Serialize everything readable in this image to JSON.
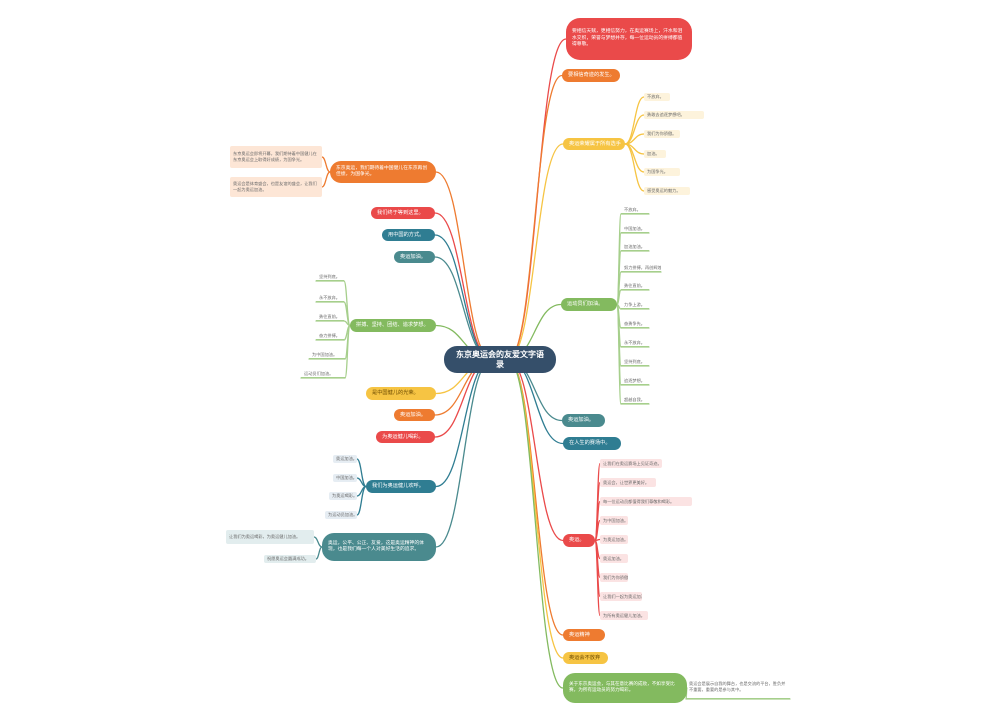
{
  "colors": {
    "red": "#ea4a4a",
    "orange": "#ee7b30",
    "yellow": "#f6c443",
    "green": "#83ba5f",
    "teal": "#2f7d92",
    "darkteal": "#4a8a8e",
    "navy": "#354f6a",
    "leaf_yellow": "#fdf3dc",
    "leaf_pink": "#fbe3e3",
    "leaf_blue": "#e6edf3",
    "leaf_orange": "#fde6d6",
    "leaf_green_line": "#a6cf8c",
    "leaf_teal_bg": "#e2edee"
  },
  "root": {
    "text": "东京奥运会的友爱文字语录"
  },
  "branches": [
    {
      "id": "r1",
      "color": "red",
      "text": "要相信天赋，更相信努力，在奥运赛场上，汗水和泪水交织，荣誉与梦想并存，每一位运动员的拼搏都值得尊敬。"
    },
    {
      "id": "r2",
      "color": "orange",
      "text": "要相信奇迹的发生。"
    },
    {
      "id": "r3",
      "color": "yellow",
      "text": "奥运荣耀属于所有选手"
    },
    {
      "id": "r4",
      "color": "green",
      "text": "运动员们加油。"
    },
    {
      "id": "r5",
      "color": "darkteal",
      "text": "奥运加油。"
    },
    {
      "id": "r6",
      "color": "teal",
      "text": "在人生的赛场中。"
    },
    {
      "id": "r7",
      "color": "red",
      "text": "奥运。"
    },
    {
      "id": "r8",
      "color": "orange",
      "text": "奥运精神"
    },
    {
      "id": "r9",
      "color": "yellow",
      "text": "奥运会不放弃"
    },
    {
      "id": "r10",
      "color": "green",
      "text": "关于东京奥运会，与其在意比赛的成败，不如享受比赛，为所有运动员的努力喝彩。"
    },
    {
      "id": "l1",
      "color": "orange",
      "text": "东京奥运，我们期待着中国健儿在东京再创佳绩，为国争光。"
    },
    {
      "id": "l2",
      "color": "red",
      "text": "我们终于等到这里。"
    },
    {
      "id": "l3",
      "color": "teal",
      "text": "用中国的方式。"
    },
    {
      "id": "l4",
      "color": "darkteal",
      "text": "奥运加油。"
    },
    {
      "id": "l5",
      "color": "green",
      "text": "拼搏、坚持、团结、追求梦想。"
    },
    {
      "id": "l6",
      "color": "yellow",
      "text": "是中国健儿的光荣。"
    },
    {
      "id": "l7",
      "color": "orange",
      "text": "奥运加油。"
    },
    {
      "id": "l8",
      "color": "red",
      "text": "为奥运健儿喝彩。"
    },
    {
      "id": "l9",
      "color": "teal",
      "text": "我们为奥运健儿欢呼。"
    },
    {
      "id": "l10",
      "color": "darkteal",
      "text": "奥运，公平、公正、友爱，这是奥运精神的体现，也是我们每一个人对美好生活的追求。"
    }
  ],
  "leaves": {
    "r3": [
      "不放弃。",
      "勇敢去追逐梦想吧。",
      "我们为你骄傲。",
      "加油。",
      "为国争光。",
      "感受奥运的魅力。"
    ],
    "r4": [
      "不放弃。",
      "中国加油。",
      "加油加油。",
      "努力拼搏，再创辉煌。",
      "勇往直前。",
      "力争上游。",
      "奋勇争先。",
      "永不放弃。",
      "坚持到底。",
      "追逐梦想。",
      "超越自我。"
    ],
    "r7": [
      "让我们在奥运赛场上见证奇迹。",
      "奥运会，让世界更美好。",
      "每一位运动员都值得我们尊敬和喝彩。",
      "为中国加油。",
      "为奥运加油。",
      "奥运加油。",
      "我们为你骄傲。",
      "让我们一起为奥运加油。",
      "为所有奥运健儿加油。"
    ],
    "r10": [
      "奥运会是展示自我的舞台，也是交流的平台，胜负并不重要，重要的是参与其中。"
    ],
    "l1": [
      "东京奥运会即将开幕，我们期待着中国健儿在东京奥运会上取得好成绩，为国争光。",
      "奥运会是体育盛会，也是友谊的盛会，让我们一起为奥运加油。"
    ],
    "l5": [
      "坚持到底。",
      "永不放弃。",
      "勇往直前。",
      "奋力拼搏。",
      "为中国加油。",
      "运动员们加油。"
    ],
    "l9": [
      "奥运加油。",
      "中国加油。",
      "为奥运喝彩。",
      "为运动员加油。"
    ],
    "l10": [
      "让我们为奥运喝彩，为奥运健儿加油。",
      "祝愿奥运会圆满成功。"
    ]
  }
}
